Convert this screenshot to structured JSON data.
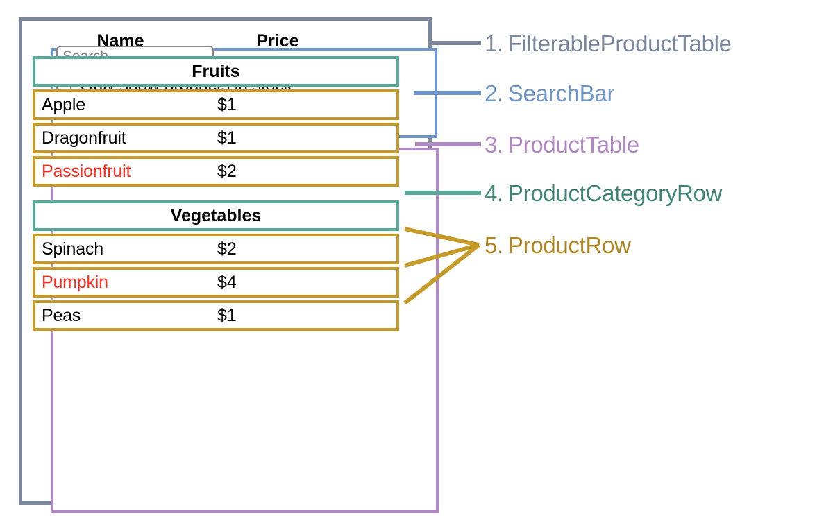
{
  "colors": {
    "filterable_product_table": "#7A869E",
    "search_bar": "#6E95CA",
    "product_table": "#B088C4",
    "product_category_row": "#57A99A",
    "product_row": "#C69A28",
    "out_of_stock_text": "#FF2A1E",
    "placeholder_text": "#8A8A8A",
    "body_text": "#000000"
  },
  "search_bar": {
    "input_value": "",
    "input_placeholder": "Search...",
    "checkbox_checked": false,
    "checkbox_label": "Only show products in stock"
  },
  "product_table": {
    "columns": [
      "Name",
      "Price"
    ],
    "sections": [
      {
        "category": "Fruits",
        "rows": [
          {
            "name": "Apple",
            "price": "$1",
            "in_stock": true
          },
          {
            "name": "Dragonfruit",
            "price": "$1",
            "in_stock": true
          },
          {
            "name": "Passionfruit",
            "price": "$2",
            "in_stock": false
          }
        ]
      },
      {
        "category": "Vegetables",
        "rows": [
          {
            "name": "Spinach",
            "price": "$2",
            "in_stock": true
          },
          {
            "name": "Pumpkin",
            "price": "$4",
            "in_stock": false
          },
          {
            "name": "Peas",
            "price": "$1",
            "in_stock": true
          }
        ]
      }
    ]
  },
  "legend": [
    {
      "number": "1.",
      "label": "FilterableProductTable",
      "color": "#7A869E"
    },
    {
      "number": "2.",
      "label": "SearchBar",
      "color": "#6E95CA"
    },
    {
      "number": "3.",
      "label": "ProductTable",
      "color": "#B088C4"
    },
    {
      "number": "4.",
      "label": "ProductCategoryRow",
      "color": "#57A99A"
    },
    {
      "number": "5.",
      "label": "ProductRow",
      "color": "#C69A28"
    }
  ]
}
